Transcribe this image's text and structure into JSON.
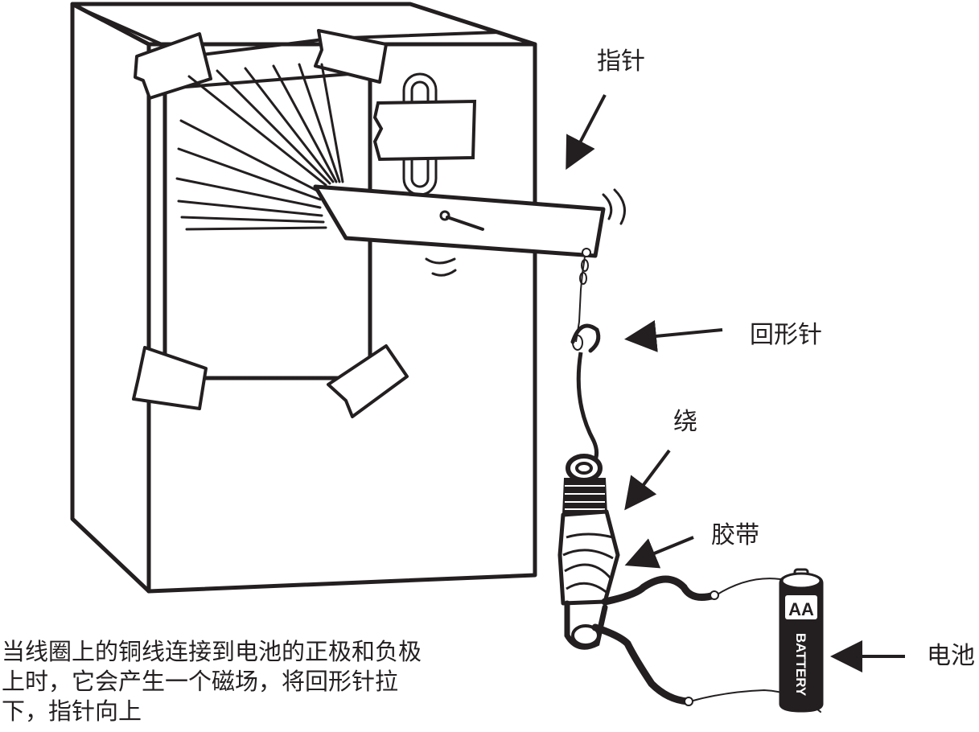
{
  "labels": {
    "pointer": "指针",
    "paperclip": "回形针",
    "wind": "绕",
    "tape": "胶带",
    "battery": "电池"
  },
  "battery_markings": {
    "size": "AA",
    "brand_text": "BATTERY"
  },
  "caption": {
    "line1": "当线圈上的铜线连接到电池的正极和负极",
    "line2": "上时，它会产生一个磁场，将回形针拉",
    "line3": "下，指针向上"
  }
}
